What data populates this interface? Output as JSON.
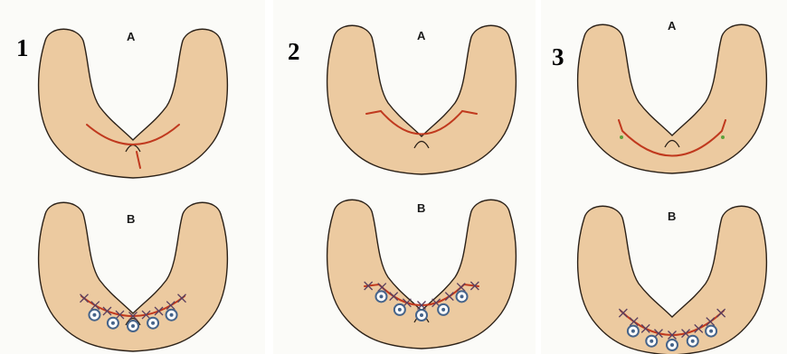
{
  "colors": {
    "panel_bg": "#fbfbf8",
    "arch_fill": "#eccaa0",
    "arch_outline": "#2b2118",
    "incision": "#c0391e",
    "suture": "#5a3f5e",
    "implant": "#46648a",
    "marker": "#5ea13c"
  },
  "panels": [
    {
      "number": "1",
      "view_a_label": "A",
      "view_b_label": "B"
    },
    {
      "number": "2",
      "view_a_label": "A",
      "view_b_label": "B"
    },
    {
      "number": "3",
      "view_a_label": "A",
      "view_b_label": "B"
    }
  ]
}
